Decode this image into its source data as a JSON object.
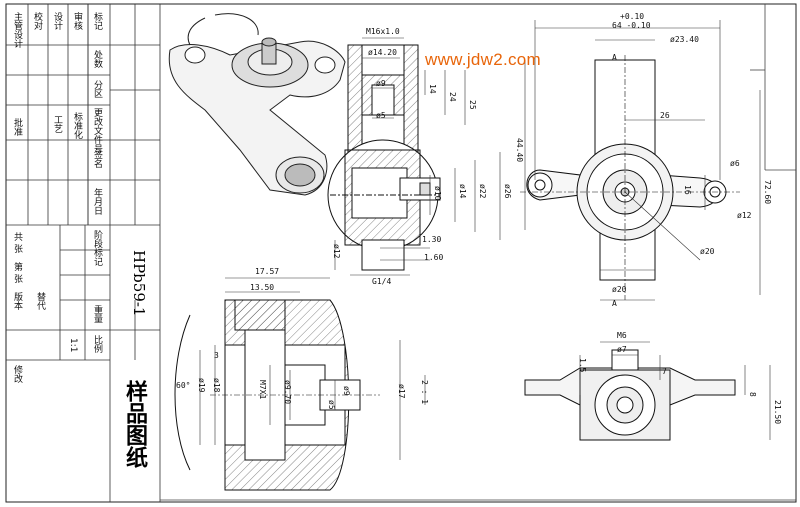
{
  "watermark": "www.jdw2.com",
  "title_block": {
    "drawing_number": "HPb59-1",
    "drawing_title": "样品图纸",
    "header_row": [
      "标记",
      "处数",
      "分区",
      "更改文件号",
      "签名",
      "年月日"
    ],
    "row_labels": [
      "设计",
      "审核",
      "工艺",
      "标准化",
      "批准"
    ],
    "left_labels": [
      "主管设计",
      "校对"
    ],
    "stage_labels": [
      "阶段标记",
      "重量",
      "比例"
    ],
    "scale": "1:1",
    "sheet_labels": [
      "共 张",
      "第 张",
      "版本",
      "替代"
    ],
    "change_label": "修改"
  },
  "dimensions": {
    "thread_m16": "M16x1.0",
    "dia_14_20": "ø14.20",
    "dia_9": "ø9",
    "dia_5": "ø5",
    "len_14": "14",
    "len_24": "24",
    "len_25": "25",
    "dia_10": "ø10",
    "dia_14": "ø14",
    "dia_22": "ø22",
    "dia_26": "ø26",
    "dia_12": "ø12",
    "len_1_30": "1.30",
    "len_1_60": "1.60",
    "thread_g14": "G1/4",
    "tol_plus": "+0.10",
    "len_64": "64 -0.10",
    "dia_23_40": "ø23.40",
    "len_26": "26",
    "len_44_40": "44.40",
    "len_16": "16",
    "dia_6": "ø6",
    "dia_12b": "ø12",
    "len_72_60": "72.60",
    "dia_20": "ø20",
    "dia_20b": "ø20",
    "len_17_57": "17.57",
    "len_13_50": "13.50",
    "len_3": "3",
    "dia_19": "ø19",
    "dia_18": "ø18",
    "thread_m7": "M7X1",
    "dia_9_70": "ø9.70",
    "dia_5b": "ø5",
    "dia_9b": "ø9",
    "dia_17": "ø17",
    "angle_60": "60°",
    "ratio_2_1": "2 : 1",
    "thread_m6": "M6",
    "dia_7": "ø7",
    "len_7": "7",
    "len_1_5": "1.5",
    "len_8": "8",
    "len_21_50": "21.50",
    "section_a1": "A",
    "section_a2": "A"
  }
}
